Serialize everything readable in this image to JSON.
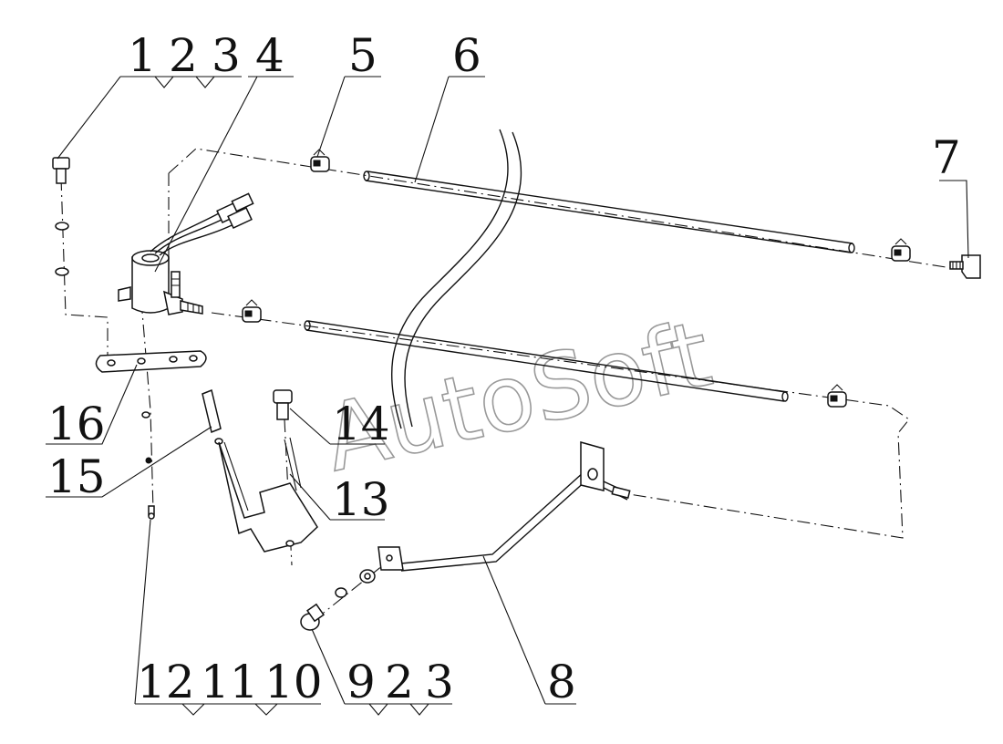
{
  "callouts": {
    "c1": "1",
    "c2": "2",
    "c3": "3",
    "c4": "4",
    "c5": "5",
    "c6": "6",
    "c7": "7",
    "c8": "8",
    "c9": "9",
    "c9b": "2",
    "c9c": "3",
    "c10": "10",
    "c11": "11",
    "c12": "12",
    "c13": "13",
    "c14": "14",
    "c15": "15",
    "c16": "16"
  },
  "watermark": "AutoSoft"
}
